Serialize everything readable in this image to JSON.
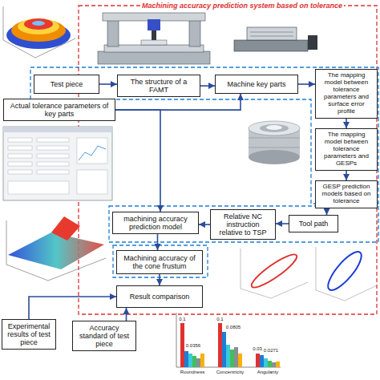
{
  "diagram": {
    "title": "Machining accuracy prediction system based on tolerance",
    "nodes": [
      {
        "text": [
          "Test piece"
        ]
      },
      {
        "text": [
          "The structure of a FAMT"
        ]
      },
      {
        "text": [
          "Machine key parts"
        ]
      },
      {
        "text": [
          "The mapping model between tolerance parameters and surface error profile"
        ]
      },
      {
        "text": [
          "Actual tolerance parameters of key parts"
        ]
      },
      {
        "text": [
          "The mapping model between tolerance parameters and GESPs"
        ]
      },
      {
        "text": [
          "GESP prediction models based on tolerance"
        ]
      },
      {
        "text": [
          "machining accuracy prediction model"
        ]
      },
      {
        "text": [
          "Relative NC instruction relative to TSP"
        ]
      },
      {
        "text": [
          "Tool path"
        ]
      },
      {
        "text": [
          "Machining accuracy of the cone frustum"
        ]
      },
      {
        "text": [
          "Result comparison"
        ]
      },
      {
        "text": [
          "Experimental results of test piece"
        ]
      },
      {
        "text": [
          "Accuracy standard of test piece"
        ]
      }
    ],
    "edges": [
      {
        "from": 0,
        "to": 1,
        "arrow": "to"
      },
      {
        "from": 1,
        "to": 2,
        "arrow": "to"
      },
      {
        "from": 2,
        "to": 3,
        "arrow": "to"
      },
      {
        "from": 3,
        "to": 5,
        "arrow": "to"
      },
      {
        "from": 5,
        "to": 6,
        "arrow": "to"
      },
      {
        "from": 6,
        "to": 9,
        "arrow": "to"
      },
      {
        "from": 9,
        "to": 8,
        "arrow": "to"
      },
      {
        "from": 8,
        "to": 7,
        "arrow": "to"
      },
      {
        "from": 7,
        "to": 10,
        "arrow": "to"
      },
      {
        "from": 10,
        "to": 11,
        "arrow": "to"
      },
      {
        "from": 4,
        "to": 2,
        "arrow": "to"
      },
      {
        "from": 4,
        "to": 7,
        "arrow": "to"
      },
      {
        "from": 12,
        "to": 11,
        "arrow": "to"
      },
      {
        "from": 13,
        "to": 11,
        "arrow": "to"
      }
    ],
    "labels": [
      "0.1",
      "0.1",
      "0.0805",
      "0.0356",
      "0.03",
      "0.0271",
      "Roundness",
      "Concentricity",
      "Angularity"
    ]
  }
}
